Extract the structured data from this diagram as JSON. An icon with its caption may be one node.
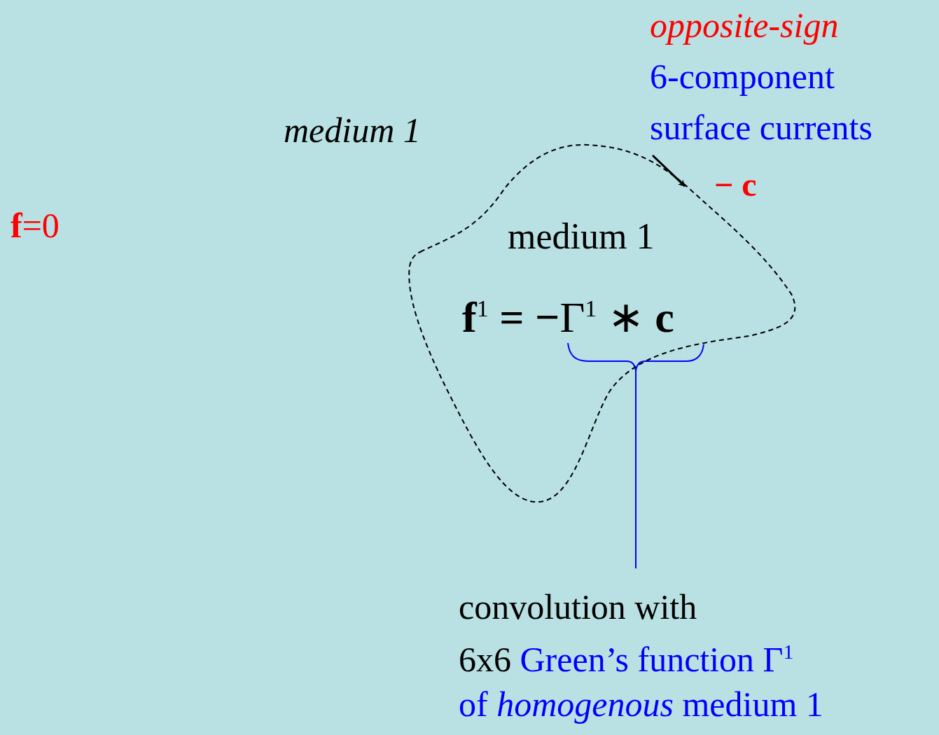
{
  "diagram": {
    "nodes": [
      {
        "text": [
          "medium 1",
          "**f**$^{1}$ **= −**Γ$^{1}$ ∗ **c**"
        ]
      },
      {
        "text": [
          "opposite-sign",
          "6-component surface currents"
        ]
      },
      {
        "text": [
          "convolution with",
          "6x6",
          "Green’s function Γ$^{1}$",
          "of *homogenous* medium 1"
        ]
      }
    ],
    "edges": [
      {
        "from": 1,
        "to": 0,
        "arrow": "to"
      },
      {
        "from": 2,
        "to": 0,
        "arrow": "none",
        "color": "#0000ff"
      }
    ],
    "labels": [
      "medium 1",
      "− c",
      "**f**=0"
    ]
  }
}
